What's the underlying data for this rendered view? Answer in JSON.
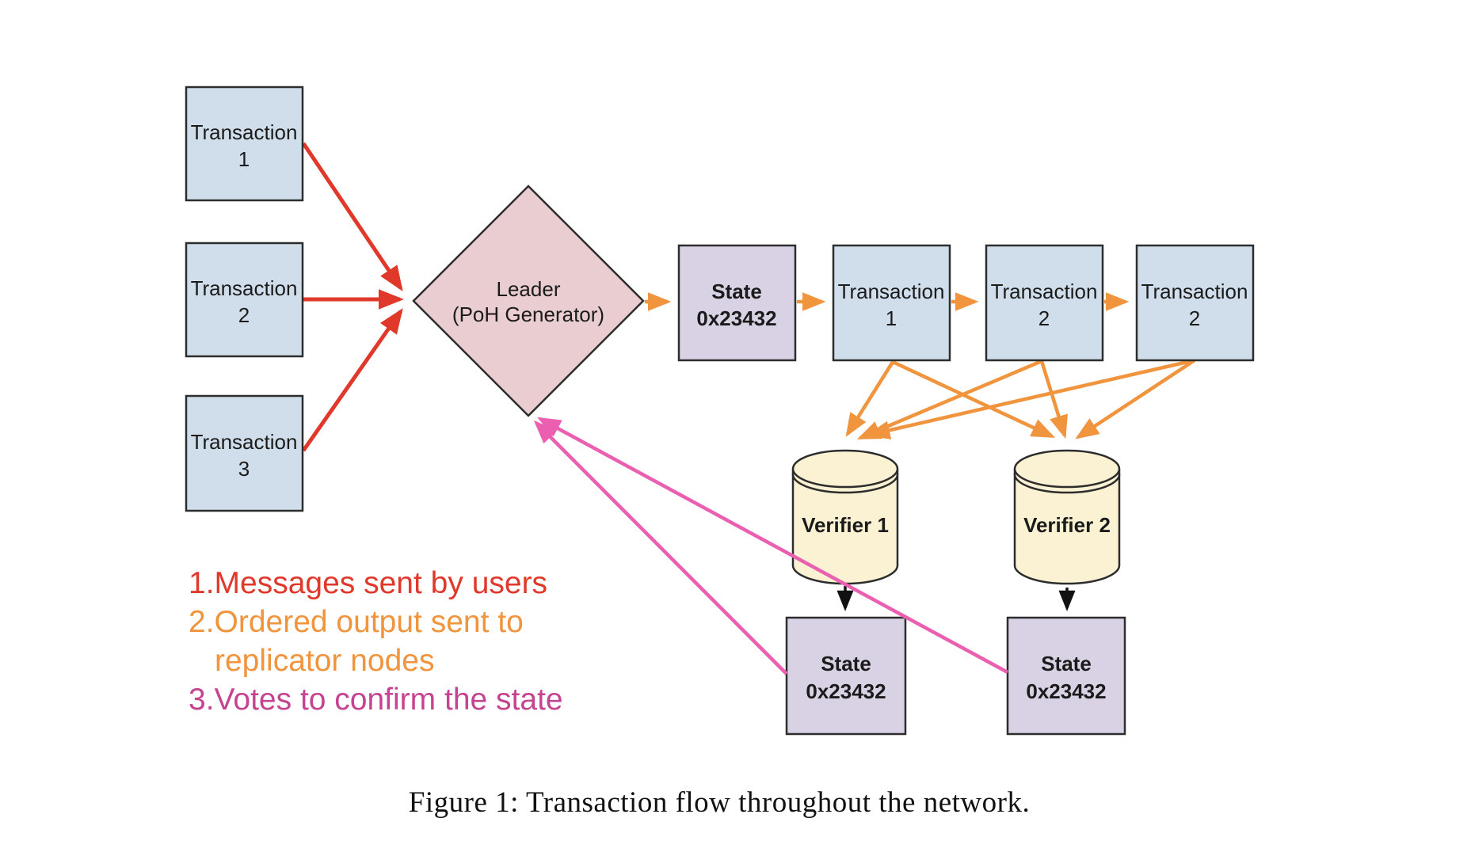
{
  "colors": {
    "red_arrow": "#e0382b",
    "orange_arrow": "#f0943e",
    "pink_arrow": "#ea5fb0",
    "legend_magenta": "#c54390",
    "box_blue": "#cfdeea",
    "box_rose": "#e9cdd0",
    "box_lavender": "#d9d2e4",
    "box_cream": "#faf2d3",
    "outline": "#2d2d2d",
    "text": "#1b1b1b"
  },
  "diagram": {
    "user_transactions": [
      {
        "line1": "Transaction",
        "line2": "1"
      },
      {
        "line1": "Transaction",
        "line2": "2"
      },
      {
        "line1": "Transaction",
        "line2": "3"
      }
    ],
    "leader": {
      "line1": "Leader",
      "line2": "(PoH Generator)"
    },
    "chain": [
      {
        "line1": "State",
        "line2": "0x23432"
      },
      {
        "line1": "Transaction",
        "line2": "1"
      },
      {
        "line1": "Transaction",
        "line2": "2"
      },
      {
        "line1": "Transaction",
        "line2": "2"
      }
    ],
    "verifiers": [
      {
        "label": "Verifier 1"
      },
      {
        "label": "Verifier 2"
      }
    ],
    "verifier_states": [
      {
        "line1": "State",
        "line2": "0x23432"
      },
      {
        "line1": "State",
        "line2": "0x23432"
      }
    ]
  },
  "legend": {
    "items": [
      {
        "number": "1.",
        "text": "Messages sent by users"
      },
      {
        "number": "2.",
        "text": "Ordered output sent to replicator nodes"
      },
      {
        "number": "3.",
        "text": "Votes to confirm the state"
      }
    ]
  },
  "caption": "Figure 1: Transaction flow throughout the network."
}
